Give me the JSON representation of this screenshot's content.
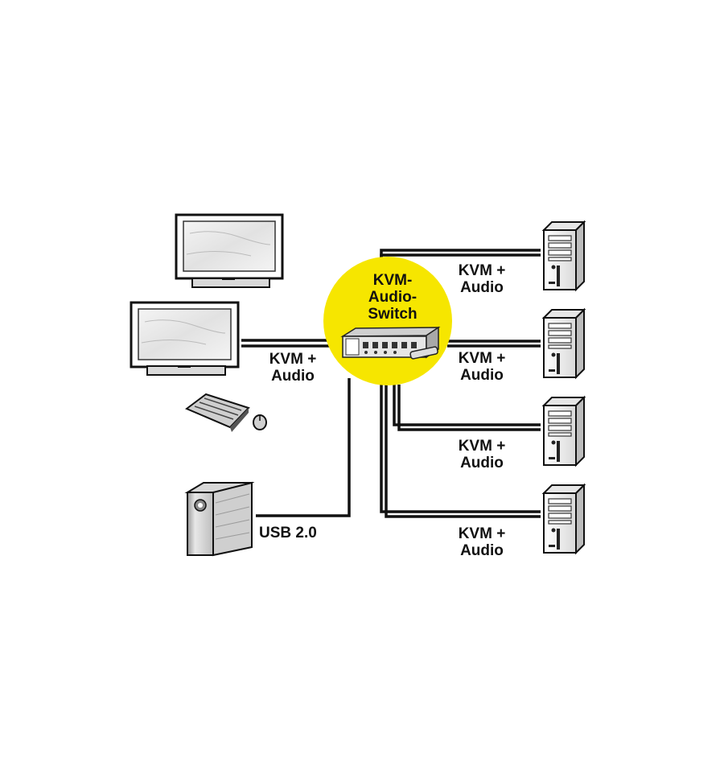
{
  "hub": {
    "lines": [
      "KVM-",
      "Audio-",
      "Switch"
    ],
    "color": "#f6e600"
  },
  "labels": {
    "console": [
      "KVM +",
      "Audio"
    ],
    "pc1": [
      "KVM +",
      "Audio"
    ],
    "pc2": [
      "KVM +",
      "Audio"
    ],
    "pc3": [
      "KVM +",
      "Audio"
    ],
    "pc4": [
      "KVM +",
      "Audio"
    ],
    "usb": "USB 2.0"
  },
  "icons": [
    "monitor-icon",
    "keyboard-icon",
    "mouse-icon",
    "usb-hard-drive-icon",
    "kvm-switch-icon",
    "usb-cable-icon",
    "pc-tower-icon"
  ]
}
